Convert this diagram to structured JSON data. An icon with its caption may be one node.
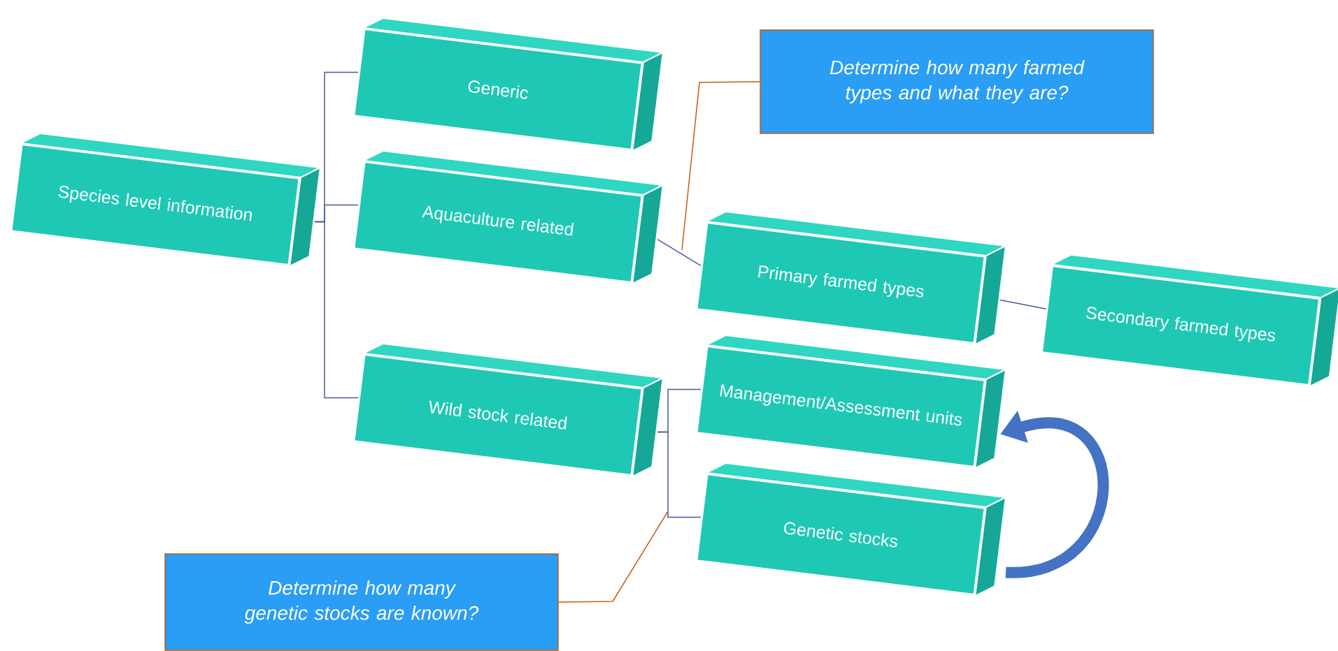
{
  "diagram": {
    "nodes": [
      {
        "text": [
          "Species level information"
        ]
      },
      {
        "text": [
          "Generic"
        ]
      },
      {
        "text": [
          "Aquaculture related"
        ]
      },
      {
        "text": [
          "Wild stock related"
        ]
      },
      {
        "text": [
          "Primary farmed types"
        ]
      },
      {
        "text": [
          "Secondary farmed types"
        ]
      },
      {
        "text": [
          "Management/Assessment units"
        ]
      },
      {
        "text": [
          "Genetic stocks"
        ]
      },
      {
        "text": [
          "Determine how many farmed types and what they are?"
        ]
      },
      {
        "text": [
          "Determine how many genetic stocks are known?"
        ]
      }
    ],
    "edges": [
      {
        "from": 0,
        "to": 1,
        "arrow": "none"
      },
      {
        "from": 0,
        "to": 2,
        "arrow": "none"
      },
      {
        "from": 0,
        "to": 3,
        "arrow": "none"
      },
      {
        "from": 2,
        "to": 4,
        "arrow": "none"
      },
      {
        "from": 4,
        "to": 5,
        "arrow": "none"
      },
      {
        "from": 3,
        "to": 6,
        "arrow": "none"
      },
      {
        "from": 3,
        "to": 7,
        "arrow": "none"
      },
      {
        "from": 8,
        "to": null,
        "arrow": "none",
        "color": "#c55a11"
      },
      {
        "from": 9,
        "to": null,
        "arrow": "none",
        "color": "#c55a11"
      },
      {
        "from": 7,
        "to": 6,
        "arrow": "to",
        "style": "thick",
        "color": "#4472c4"
      }
    ]
  }
}
